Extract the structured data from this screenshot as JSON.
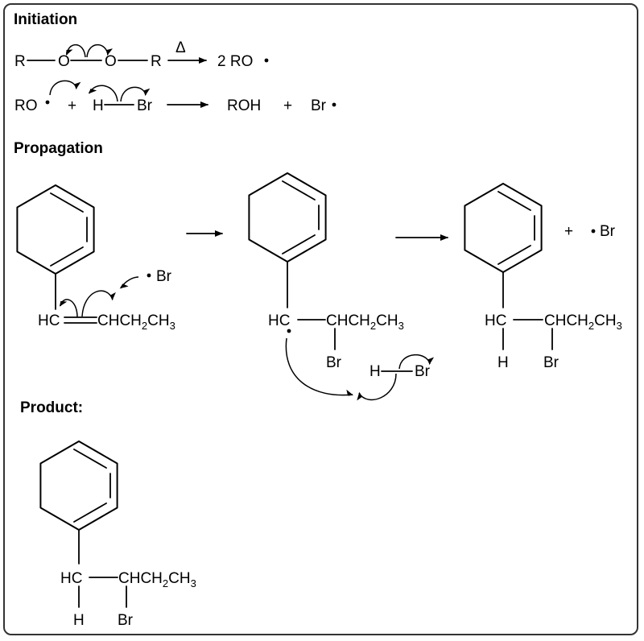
{
  "headings": {
    "initiation": "Initiation",
    "propagation": "Propagation",
    "product": "Product:"
  },
  "initiation": {
    "peroxide": {
      "r_left": "R",
      "o_left": "O",
      "o_right": "O",
      "r_right": "R"
    },
    "heat_symbol": "Δ",
    "radical_product": "2 RO",
    "step2": {
      "ro": "RO",
      "plus1": "+",
      "h": "H",
      "br": "Br",
      "roh": "ROH",
      "plus2": "+",
      "br_radical": "Br"
    }
  },
  "propagation": {
    "alkene": {
      "hc": "HC",
      "chain_a": "CHCH",
      "sub2": "2",
      "chain_b": "CH",
      "sub3": "3",
      "br_radical": "Br"
    },
    "intermediate": {
      "hc": "HC",
      "chain_a": "CHCH",
      "sub2": "2",
      "chain_b": "CH",
      "sub3": "3",
      "br": "Br",
      "hbr_h": "H",
      "hbr_br": "Br"
    },
    "final": {
      "hc": "HC",
      "chain_a": "CHCH",
      "sub2": "2",
      "chain_b": "CH",
      "sub3": "3",
      "h": "H",
      "br": "Br",
      "plus": "+",
      "br_radical": "Br"
    }
  },
  "product": {
    "hc": "HC",
    "chain_a": "CHCH",
    "sub2": "2",
    "chain_b": "CH",
    "sub3": "3",
    "h": "H",
    "br": "Br"
  }
}
